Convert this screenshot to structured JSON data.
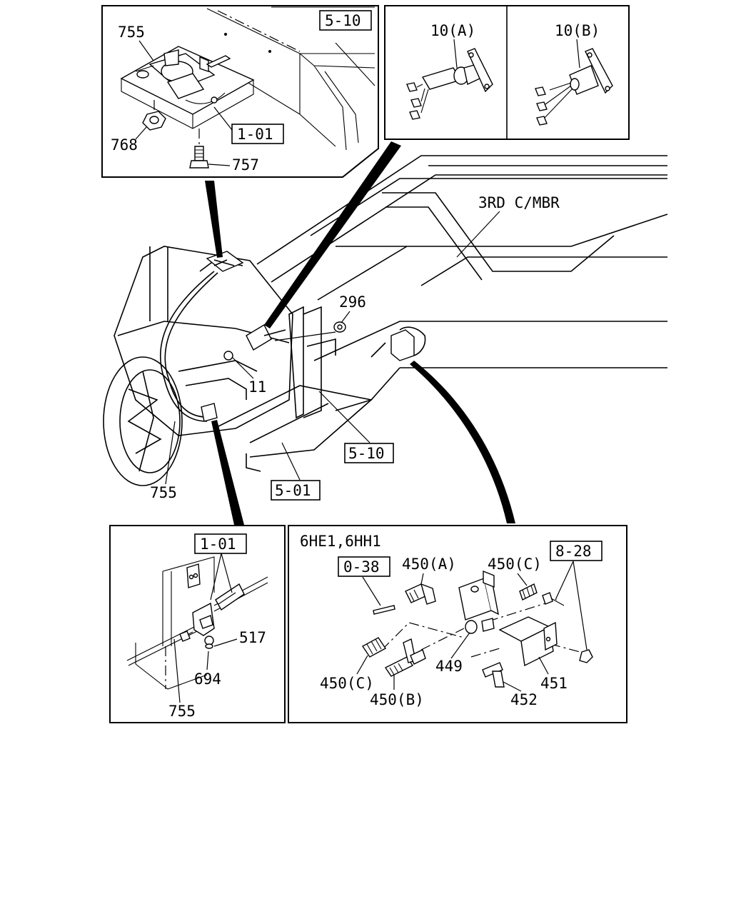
{
  "diagram": {
    "main": {
      "member_label": "3RD C/MBR",
      "labels": {
        "p296": "296",
        "p11": "11",
        "p755": "755",
        "ref_510": "5-10",
        "ref_501": "5-01"
      }
    },
    "panel_top_left": {
      "ref_510": "5-10",
      "ref_101": "1-01",
      "p755": "755",
      "p768": "768",
      "p757": "757"
    },
    "panel_top_right": {
      "p10a": "10(A)",
      "p10b": "10(B)"
    },
    "panel_bottom_left": {
      "ref_101": "1-01",
      "p517": "517",
      "p694": "694",
      "p755": "755"
    },
    "panel_bottom_right": {
      "engine_note": "6HE1,6HH1",
      "ref_038": "0-38",
      "ref_828": "8-28",
      "p450a": "450(A)",
      "p450c_top": "450(C)",
      "p450c_bottom": "450(C)",
      "p450b": "450(B)",
      "p449": "449",
      "p451": "451",
      "p452": "452"
    }
  }
}
